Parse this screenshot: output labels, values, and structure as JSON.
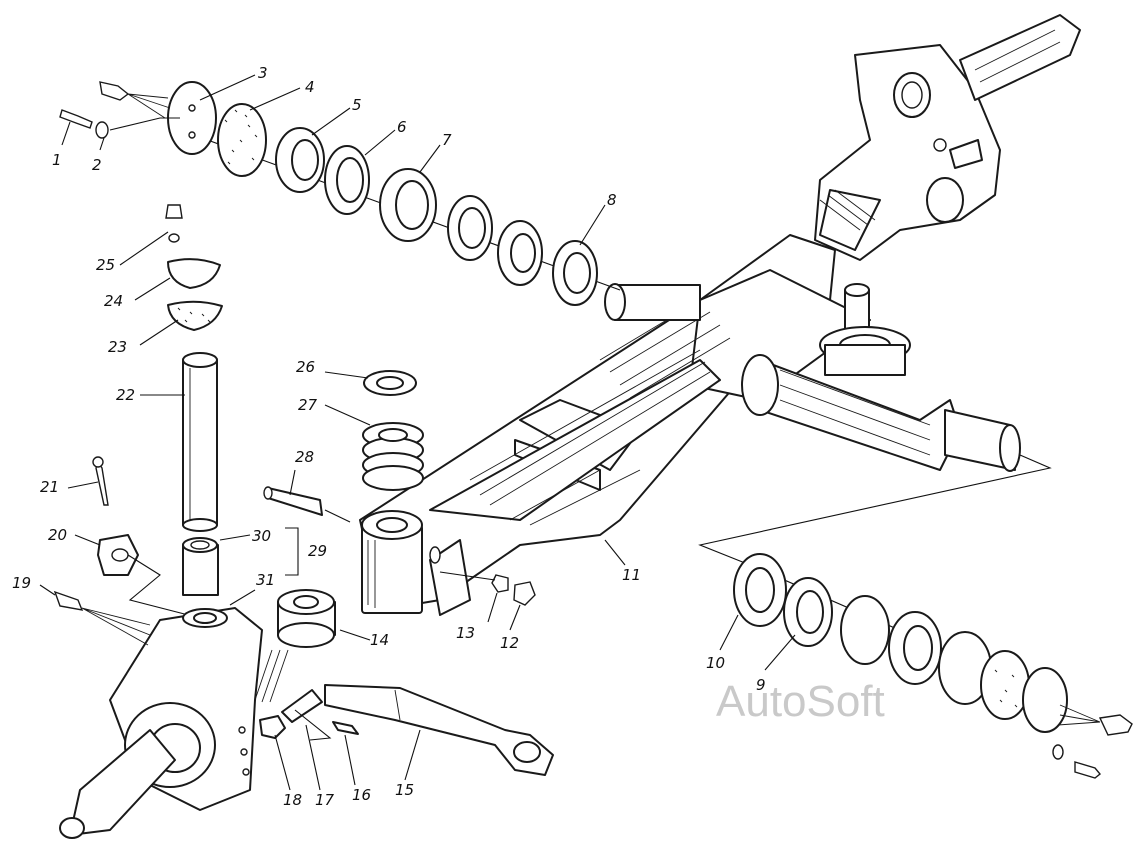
{
  "callouts": {
    "n1": "1",
    "n2": "2",
    "n3": "3",
    "n4": "4",
    "n5": "5",
    "n6": "6",
    "n7": "7",
    "n8": "8",
    "n9": "9",
    "n10": "10",
    "n11": "11",
    "n12": "12",
    "n13": "13",
    "n14": "14",
    "n15": "15",
    "n16": "16",
    "n17": "17",
    "n18": "18",
    "n19": "19",
    "n20": "20",
    "n21": "21",
    "n22": "22",
    "n23": "23",
    "n24": "24",
    "n25": "25",
    "n26": "26",
    "n27": "27",
    "n28": "28",
    "n29": "29",
    "n30": "30",
    "n31": "31"
  },
  "watermark": "AutoSoft",
  "colors": {
    "line": "#1a1a1a",
    "watermark": "#c9c9c9",
    "background": "#ffffff"
  }
}
